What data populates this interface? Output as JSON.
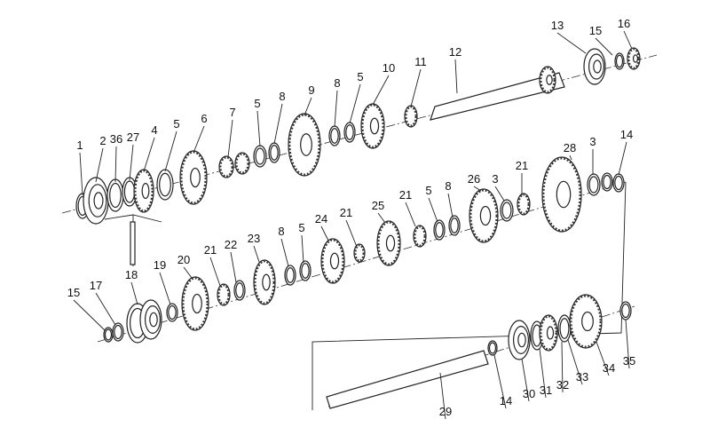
{
  "diagram": {
    "title": "Gearbox shafts exploded view",
    "callouts": {
      "upper_shaft": [
        "1",
        "2",
        "36",
        "27",
        "4",
        "5",
        "6",
        "7",
        "5",
        "8",
        "9",
        "8",
        "5",
        "10",
        "11",
        "12",
        "13",
        "15",
        "16"
      ],
      "middle_shaft": [
        "15",
        "17",
        "18",
        "19",
        "20",
        "21",
        "22",
        "23",
        "8",
        "5",
        "24",
        "21",
        "25",
        "21",
        "5",
        "8",
        "26",
        "3",
        "21",
        "28",
        "3",
        "14"
      ],
      "output_shaft": [
        "29",
        "14",
        "30",
        "31",
        "32",
        "33",
        "34",
        "35"
      ]
    }
  }
}
